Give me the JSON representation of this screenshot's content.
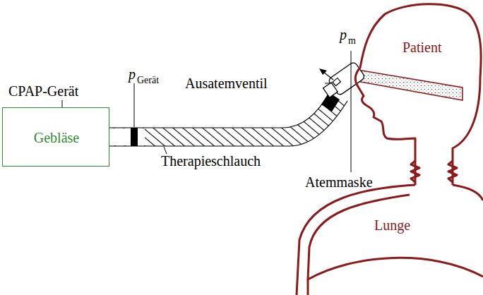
{
  "diagram": {
    "nodes": [
      {
        "text": [
          "Gebläse"
        ]
      },
      {
        "text": [
          "Patient"
        ]
      },
      {
        "text": [
          "Lunge"
        ]
      }
    ],
    "labels": [
      "CPAP-Gerät",
      "p",
      "Gerät",
      "Therapieschlauch",
      "Ausatemventil",
      "p",
      "m",
      "Atemmaske"
    ]
  }
}
